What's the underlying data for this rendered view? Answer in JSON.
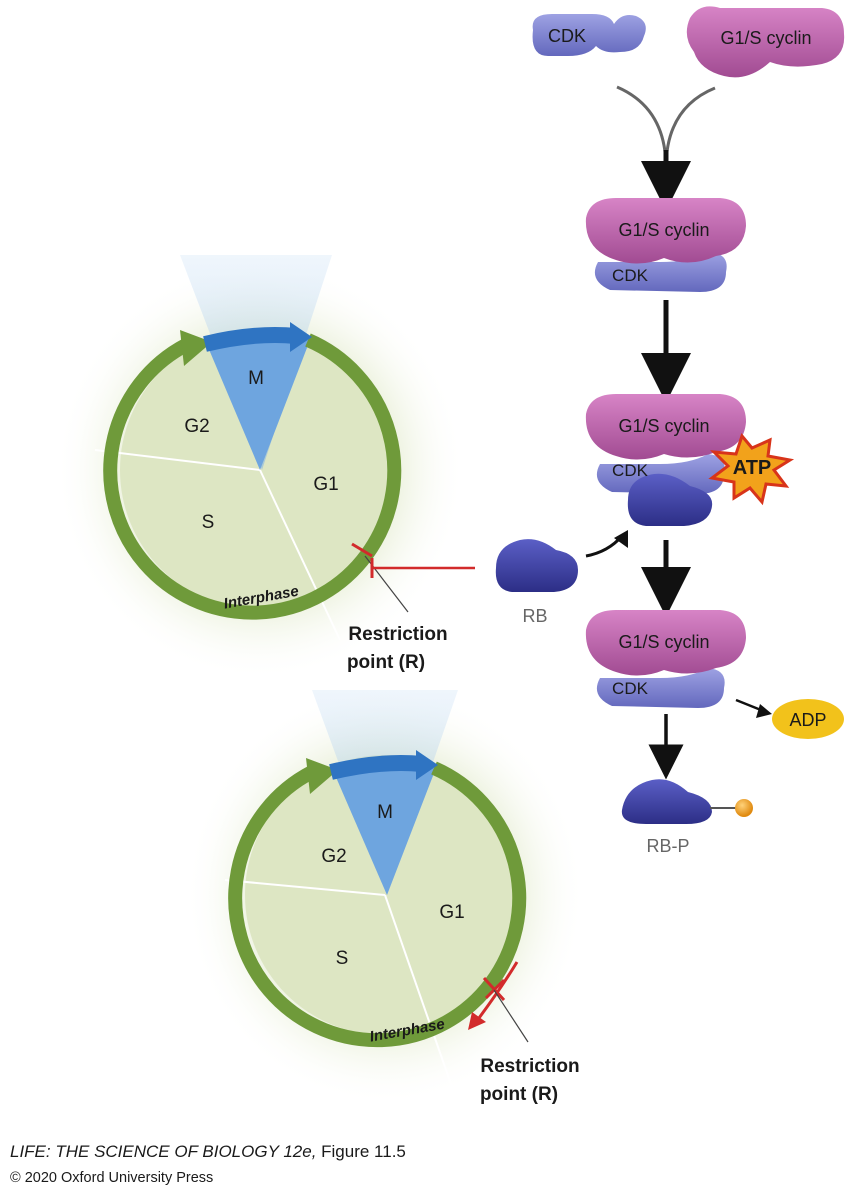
{
  "proteins": {
    "cdk": "CDK",
    "cyclin": "G1/S cyclin",
    "rb": "RB",
    "rb_p": "RB-P",
    "atp": "ATP",
    "adp": "ADP"
  },
  "cycle_top": {
    "m": "M",
    "g2": "G2",
    "g1": "G1",
    "s": "S",
    "interphase": "Interphase",
    "restriction_line1": "Restriction",
    "restriction_line2": "point (R)"
  },
  "cycle_bottom": {
    "m": "M",
    "g2": "G2",
    "g1": "G1",
    "s": "S",
    "interphase": "Interphase",
    "restriction_line1": "Restriction",
    "restriction_line2": "point (R)"
  },
  "caption": {
    "source": "LIFE: THE SCIENCE OF BIOLOGY 12e,",
    "figure": " Figure 11.5",
    "copyright": "© 2020 Oxford University Press"
  },
  "colors": {
    "cdk": "#7b7fcf",
    "cyclin": "#b65fa6",
    "rb": "#3c3fa0",
    "cycle_fill": "#dfe8c6",
    "interphase_arrow": "#6f9a3a",
    "mitosis": "#2f74c2",
    "restriction": "#d22b2b",
    "atp_burst": "#f2a21b",
    "adp": "#f2c21b"
  }
}
